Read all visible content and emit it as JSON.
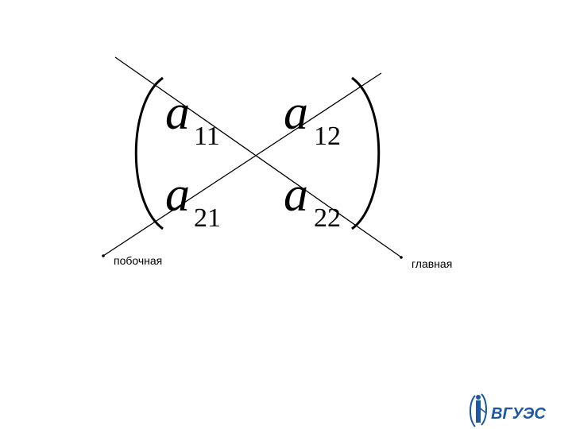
{
  "matrix": {
    "entries": [
      {
        "letter": "a",
        "index": "11"
      },
      {
        "letter": "a",
        "index": "12"
      },
      {
        "letter": "a",
        "index": "21"
      },
      {
        "letter": "a",
        "index": "22"
      }
    ]
  },
  "labels": {
    "secondary_diagonal": "побочная",
    "main_diagonal": "главная"
  },
  "logo": {
    "text": "ВГУЭС",
    "color": "#1e56a6"
  }
}
